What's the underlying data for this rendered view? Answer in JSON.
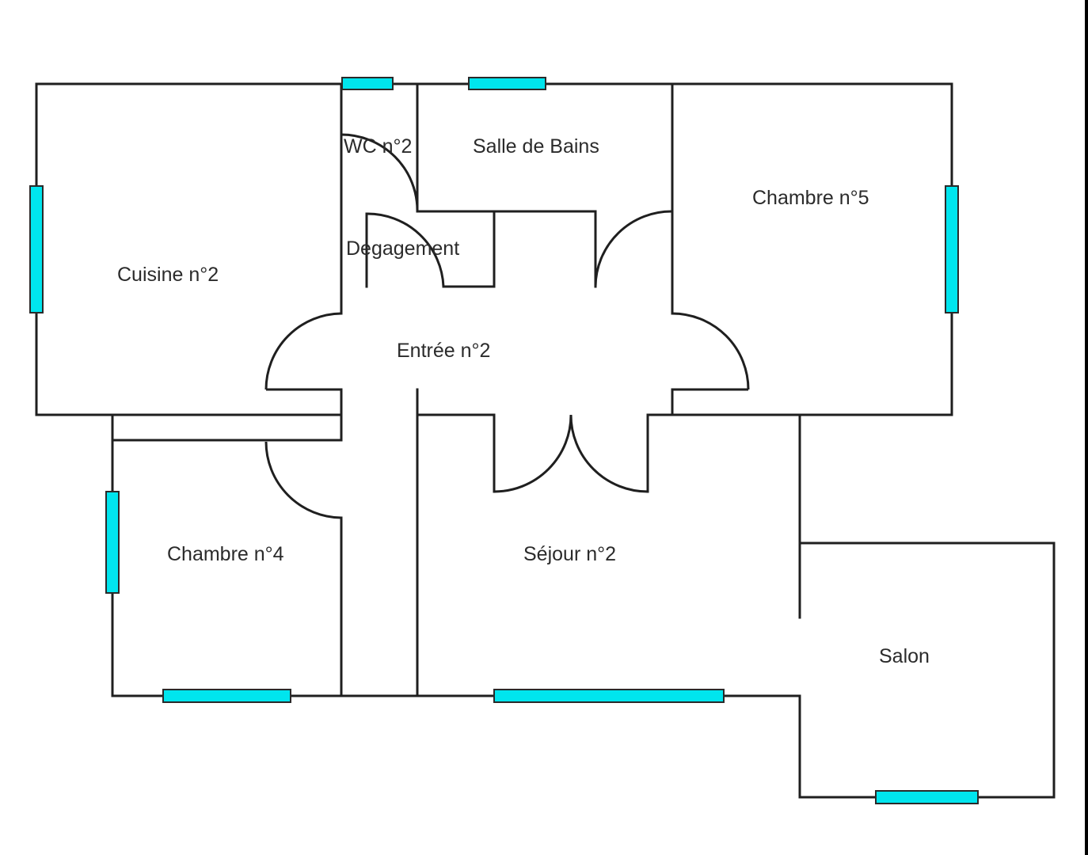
{
  "colors": {
    "wall": "#1f1f1f",
    "window": "#00e5ee",
    "background": "#ffffff"
  },
  "rooms": {
    "cuisine": "Cuisine n°2",
    "wc": "WC n°2",
    "salle_de_bains": "Salle de Bains",
    "chambre5": "Chambre n°5",
    "degagement": "Degagement",
    "entree": "Entrée n°2",
    "chambre4": "Chambre n°4",
    "sejour": "Séjour n°2",
    "salon": "Salon"
  }
}
